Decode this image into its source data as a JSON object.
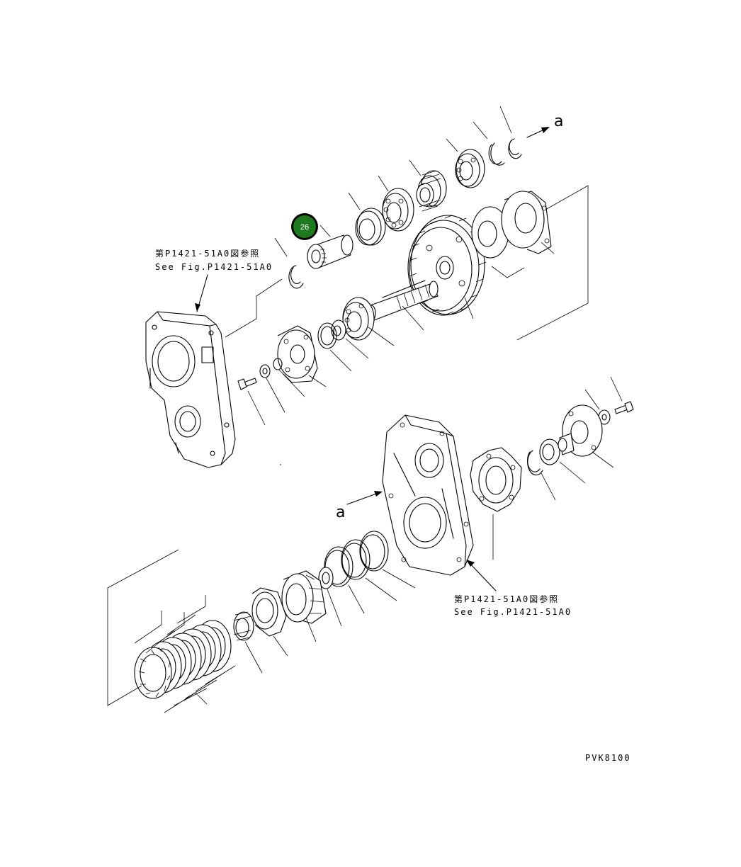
{
  "refs": {
    "top_jp": "第P1421-51A0図参照",
    "top_en": "See Fig.P1421-51A0",
    "mid_jp": "第P1421-51A0図参照",
    "mid_en": "See Fig.P1421-51A0"
  },
  "arrow_labels": {
    "upper": "a",
    "lower": "a"
  },
  "highlight": {
    "number": "26",
    "color": "#1f7a1f"
  },
  "drawing_code": "PVK8100"
}
